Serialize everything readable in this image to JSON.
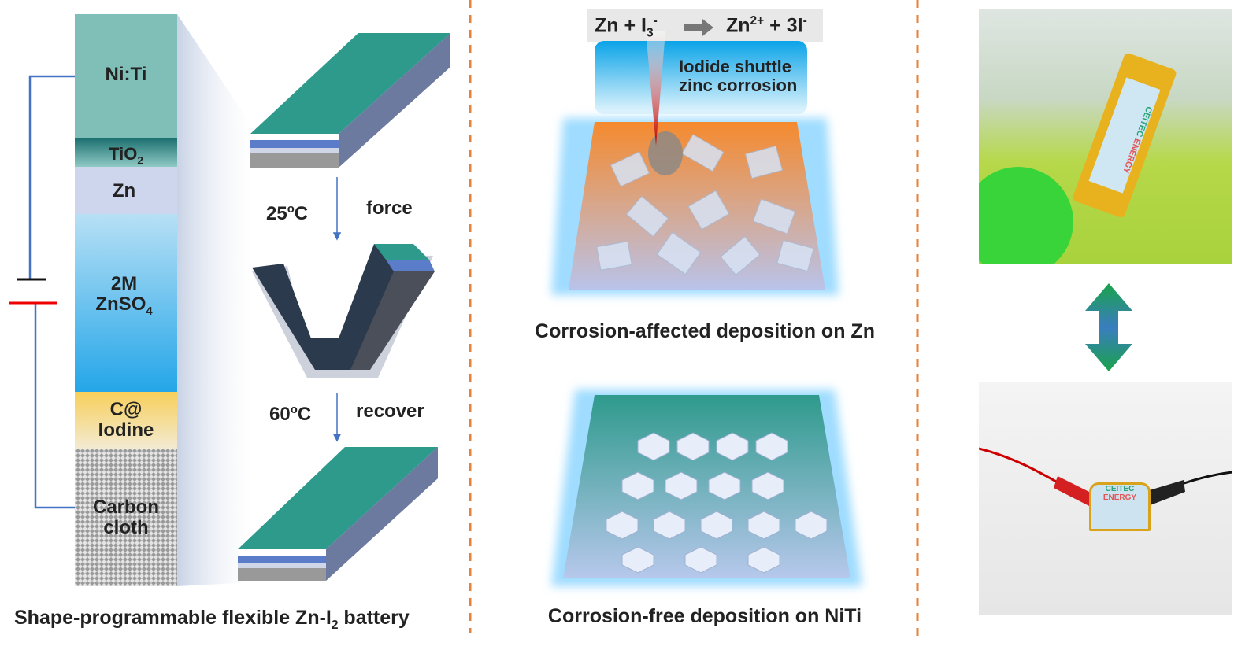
{
  "left_panel": {
    "layers": [
      {
        "label": "Ni:Ti"
      },
      {
        "label": "TiO",
        "sub": "2"
      },
      {
        "label": "Zn"
      },
      {
        "label": "2M",
        "label2": "ZnSO",
        "sub": "4"
      },
      {
        "label": "C@",
        "label2": "Iodine"
      },
      {
        "label": "Carbon",
        "label2": "cloth"
      }
    ],
    "step1": {
      "temp": "25",
      "deg": "o",
      "unit": "C",
      "action": "force"
    },
    "step2": {
      "temp": "60",
      "deg": "o",
      "unit": "C",
      "action": "recover"
    },
    "caption": {
      "pre": "Shape-programmable flexible Zn-I",
      "sub": "2",
      "post": " battery"
    }
  },
  "middle_panel": {
    "reaction": {
      "lhs": "Zn + I",
      "lhs_sub": "3",
      "lhs_sup": "-",
      "rhs": "Zn",
      "rhs_sup": "2+",
      "rhs2": " + 3I",
      "rhs2_sup": "-"
    },
    "box_text": {
      "line1": "Iodide shuttle",
      "line2": "zinc corrosion"
    },
    "caption_top": "Corrosion-affected deposition on Zn",
    "caption_bottom": "Corrosion-free deposition on NiTi"
  },
  "right_panel": {
    "device_label": {
      "line1": "CEITEC",
      "line2": "ENERGY"
    }
  },
  "colors": {
    "divider": "#e8823a",
    "wire": "#4472c4",
    "teal": "#2e9a8c",
    "arrow": "#1aa34a"
  }
}
